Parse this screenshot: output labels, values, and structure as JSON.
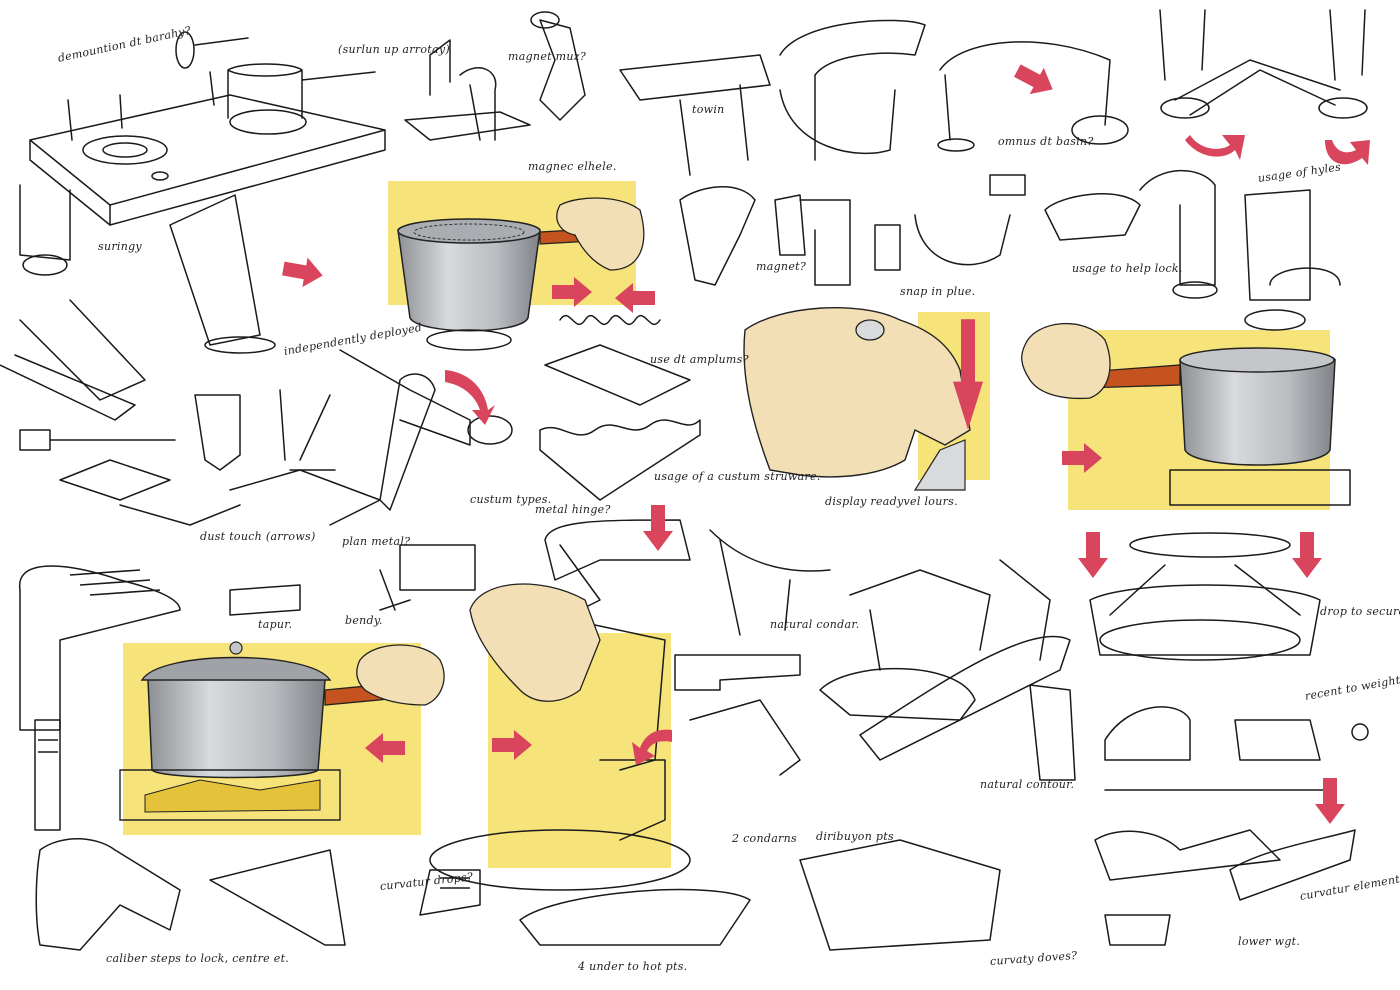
{
  "sheet": {
    "background": "#ffffff",
    "accent_colors": {
      "highlight_panel": "#f6e37a",
      "arrow": "#d9455c",
      "handle": "#c4531f",
      "pot_metal": "#b9bcc0",
      "skin": "#f3dfb5"
    }
  },
  "notes": [
    {
      "id": "n1",
      "text": "demountion dt barahy?"
    },
    {
      "id": "n2",
      "text": "(surlun up arrotay)"
    },
    {
      "id": "n3",
      "text": "magnet muz?"
    },
    {
      "id": "n4",
      "text": "towin"
    },
    {
      "id": "n5",
      "text": "magnec elhele."
    },
    {
      "id": "n6",
      "text": "omnus dt basin?"
    },
    {
      "id": "n7",
      "text": "usage of hyles"
    },
    {
      "id": "n8",
      "text": "suringy"
    },
    {
      "id": "n9",
      "text": "magnet?"
    },
    {
      "id": "n10",
      "text": "snap in plue."
    },
    {
      "id": "n11",
      "text": "usage to help lock."
    },
    {
      "id": "n12",
      "text": "independently deployed"
    },
    {
      "id": "n13",
      "text": "use dt amplums?"
    },
    {
      "id": "n14",
      "text": "usage of a custum struware."
    },
    {
      "id": "n15",
      "text": "custum types."
    },
    {
      "id": "n16",
      "text": "metal hinge?"
    },
    {
      "id": "n17",
      "text": "display readyvel lours."
    },
    {
      "id": "n18",
      "text": "dust touch (arrows)"
    },
    {
      "id": "n19",
      "text": "plan metal?"
    },
    {
      "id": "n20",
      "text": "tapur."
    },
    {
      "id": "n21",
      "text": "bendy."
    },
    {
      "id": "n22",
      "text": "natural condar."
    },
    {
      "id": "n23",
      "text": "drop to secure?"
    },
    {
      "id": "n24",
      "text": "recent to weight?"
    },
    {
      "id": "n25",
      "text": "natural contour."
    },
    {
      "id": "n26",
      "text": "2 condarns"
    },
    {
      "id": "n27",
      "text": "diribuyon pts"
    },
    {
      "id": "n28",
      "text": "curvatur drops?"
    },
    {
      "id": "n29",
      "text": "caliber steps to lock, centre et."
    },
    {
      "id": "n30",
      "text": "4 under to hot pts."
    },
    {
      "id": "n31",
      "text": "curvaty doves?"
    },
    {
      "id": "n32",
      "text": "lower wgt."
    },
    {
      "id": "n33",
      "text": "curvatur element?"
    }
  ]
}
